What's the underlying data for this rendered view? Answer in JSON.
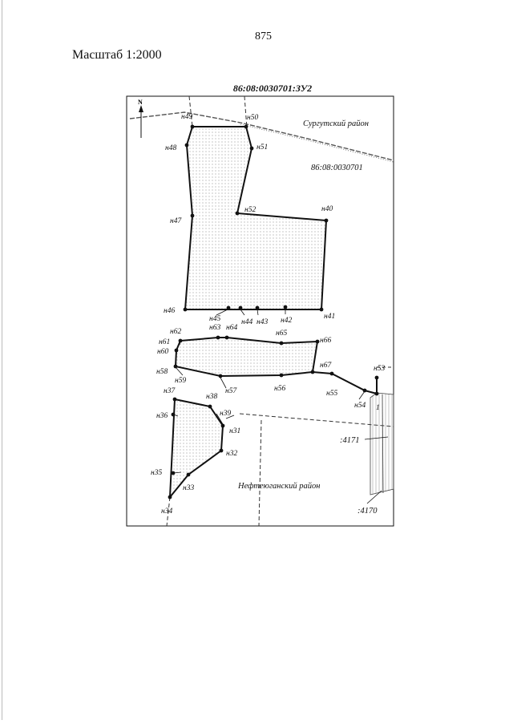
{
  "page_number": "875",
  "scale": "Масштаб 1:2000",
  "plan_title": "86:08:0030701:ЗУ2",
  "compass": "N",
  "regions": {
    "north_east": "Сургутский район",
    "south": "Нефтеюганский район"
  },
  "parcels": {
    "block": "86:08:0030701",
    "neighbor_1": ":4171",
    "neighbor_2": ":4170",
    "neighbor_mark": "1"
  },
  "points": {
    "n31": "н31",
    "n32": "н32",
    "n33": "н33",
    "n34": "н34",
    "n35": "н35",
    "n36": "н36",
    "n37": "н37",
    "n38": "н38",
    "n39": "н39",
    "n40": "н40",
    "n41": "н41",
    "n42": "н42",
    "n43": "н43",
    "n44": "н44",
    "n45": "н45",
    "n46": "н46",
    "n47": "н47",
    "n48": "н48",
    "n49": "н49",
    "n50": "н50",
    "n51": "н51",
    "n52": "н52",
    "n53": "н53",
    "n54": "н54",
    "n55": "н55",
    "n56": "н56",
    "n57": "н57",
    "n58": "н58",
    "n59": "н59",
    "n60": "н60",
    "n61": "н61",
    "n62": "н62",
    "n63": "н63",
    "n64": "н64",
    "n65": "н65",
    "n66": "н66",
    "n67": "н67"
  }
}
